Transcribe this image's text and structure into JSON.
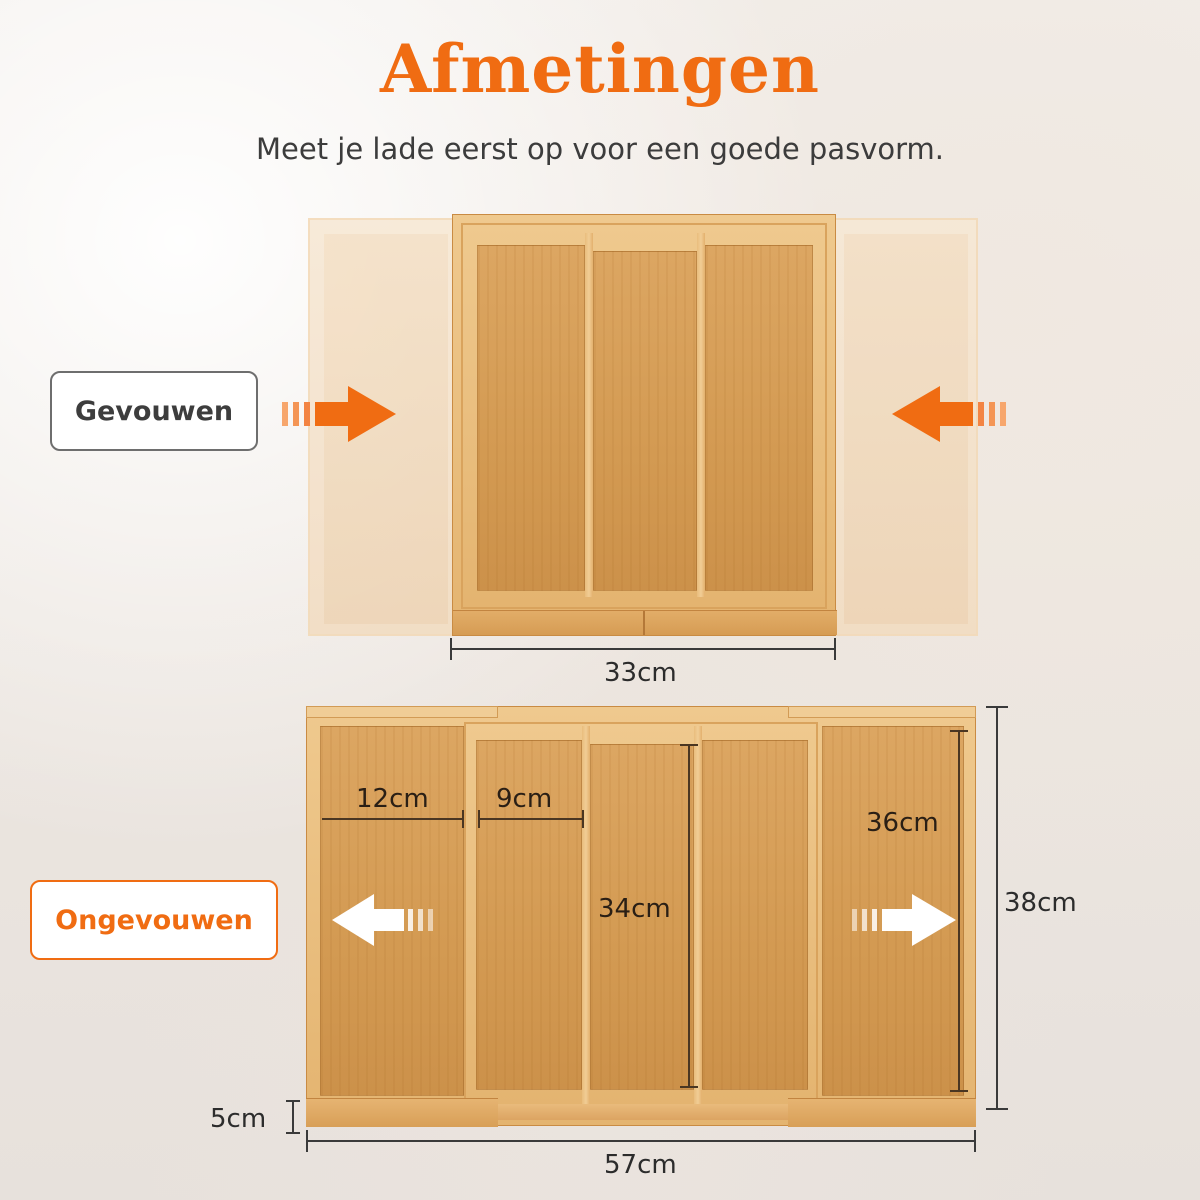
{
  "title": "Afmetingen",
  "subtitle": "Meet je lade eerst op voor een goede pasvorm.",
  "colors": {
    "accent": "#f06c12",
    "wood": "#d39a52",
    "text": "#3c3c3c"
  },
  "folded": {
    "label": "Gevouwen",
    "width_measure": "33cm"
  },
  "unfolded": {
    "label": "Ongevouwen",
    "outer_compartment_width": "12cm",
    "inner_compartment_width": "9cm",
    "inner_length": "34cm",
    "outer_length": "36cm",
    "total_depth": "38cm",
    "height": "5cm",
    "total_width": "57cm"
  }
}
